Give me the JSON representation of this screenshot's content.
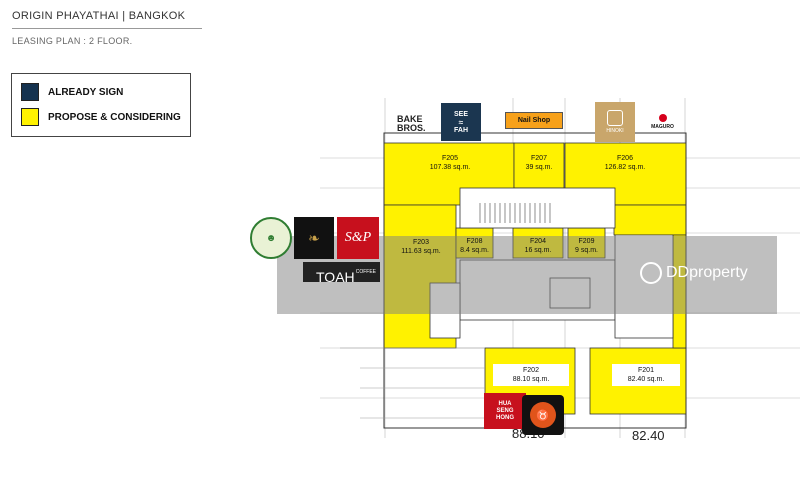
{
  "header": {
    "title": "ORIGIN PHAYATHAI | BANGKOK",
    "subtitle": "LEASING PLAN : 2 FLOOR."
  },
  "legend": {
    "signed": {
      "label": "ALREADY SIGN",
      "color": "#14324f"
    },
    "propose": {
      "label": "PROPOSE & CONSIDERING",
      "color": "#fff200"
    }
  },
  "units": [
    {
      "id": "F205",
      "area": "107.38 sq.m."
    },
    {
      "id": "F207",
      "area": "39 sq.m."
    },
    {
      "id": "F206",
      "area": "126.82 sq.m."
    },
    {
      "id": "F203",
      "area": "111.63 sq.m."
    },
    {
      "id": "F208",
      "area": "8.4 sq.m."
    },
    {
      "id": "F204",
      "area": "16 sq.m."
    },
    {
      "id": "F209",
      "area": "9 sq.m."
    },
    {
      "id": "F202",
      "area": "88.10 sq.m."
    },
    {
      "id": "F201",
      "area": "82.40 sq.m."
    }
  ],
  "tenants": {
    "bake_bros": "BAKE BROS.",
    "see_fah_1": "SEE",
    "see_fah_2": "FAH",
    "nail_shop": "Nail Shop",
    "maguro": "MAGURO",
    "hinoki": "HINOKI",
    "hua_seng_hong_1": "HUA",
    "hua_seng_hong_2": "SENG",
    "hua_seng_hong_3": "HONG",
    "sp": "S&P",
    "toah": "TOAH",
    "coffee": "COFFEE"
  },
  "big_numbers": {
    "f202": "88.10",
    "f201": "82.40"
  },
  "watermark": "DDproperty",
  "colors": {
    "yellow": "#fff200",
    "line": "#333333",
    "grey_band": "rgba(128,128,128,0.5)"
  }
}
